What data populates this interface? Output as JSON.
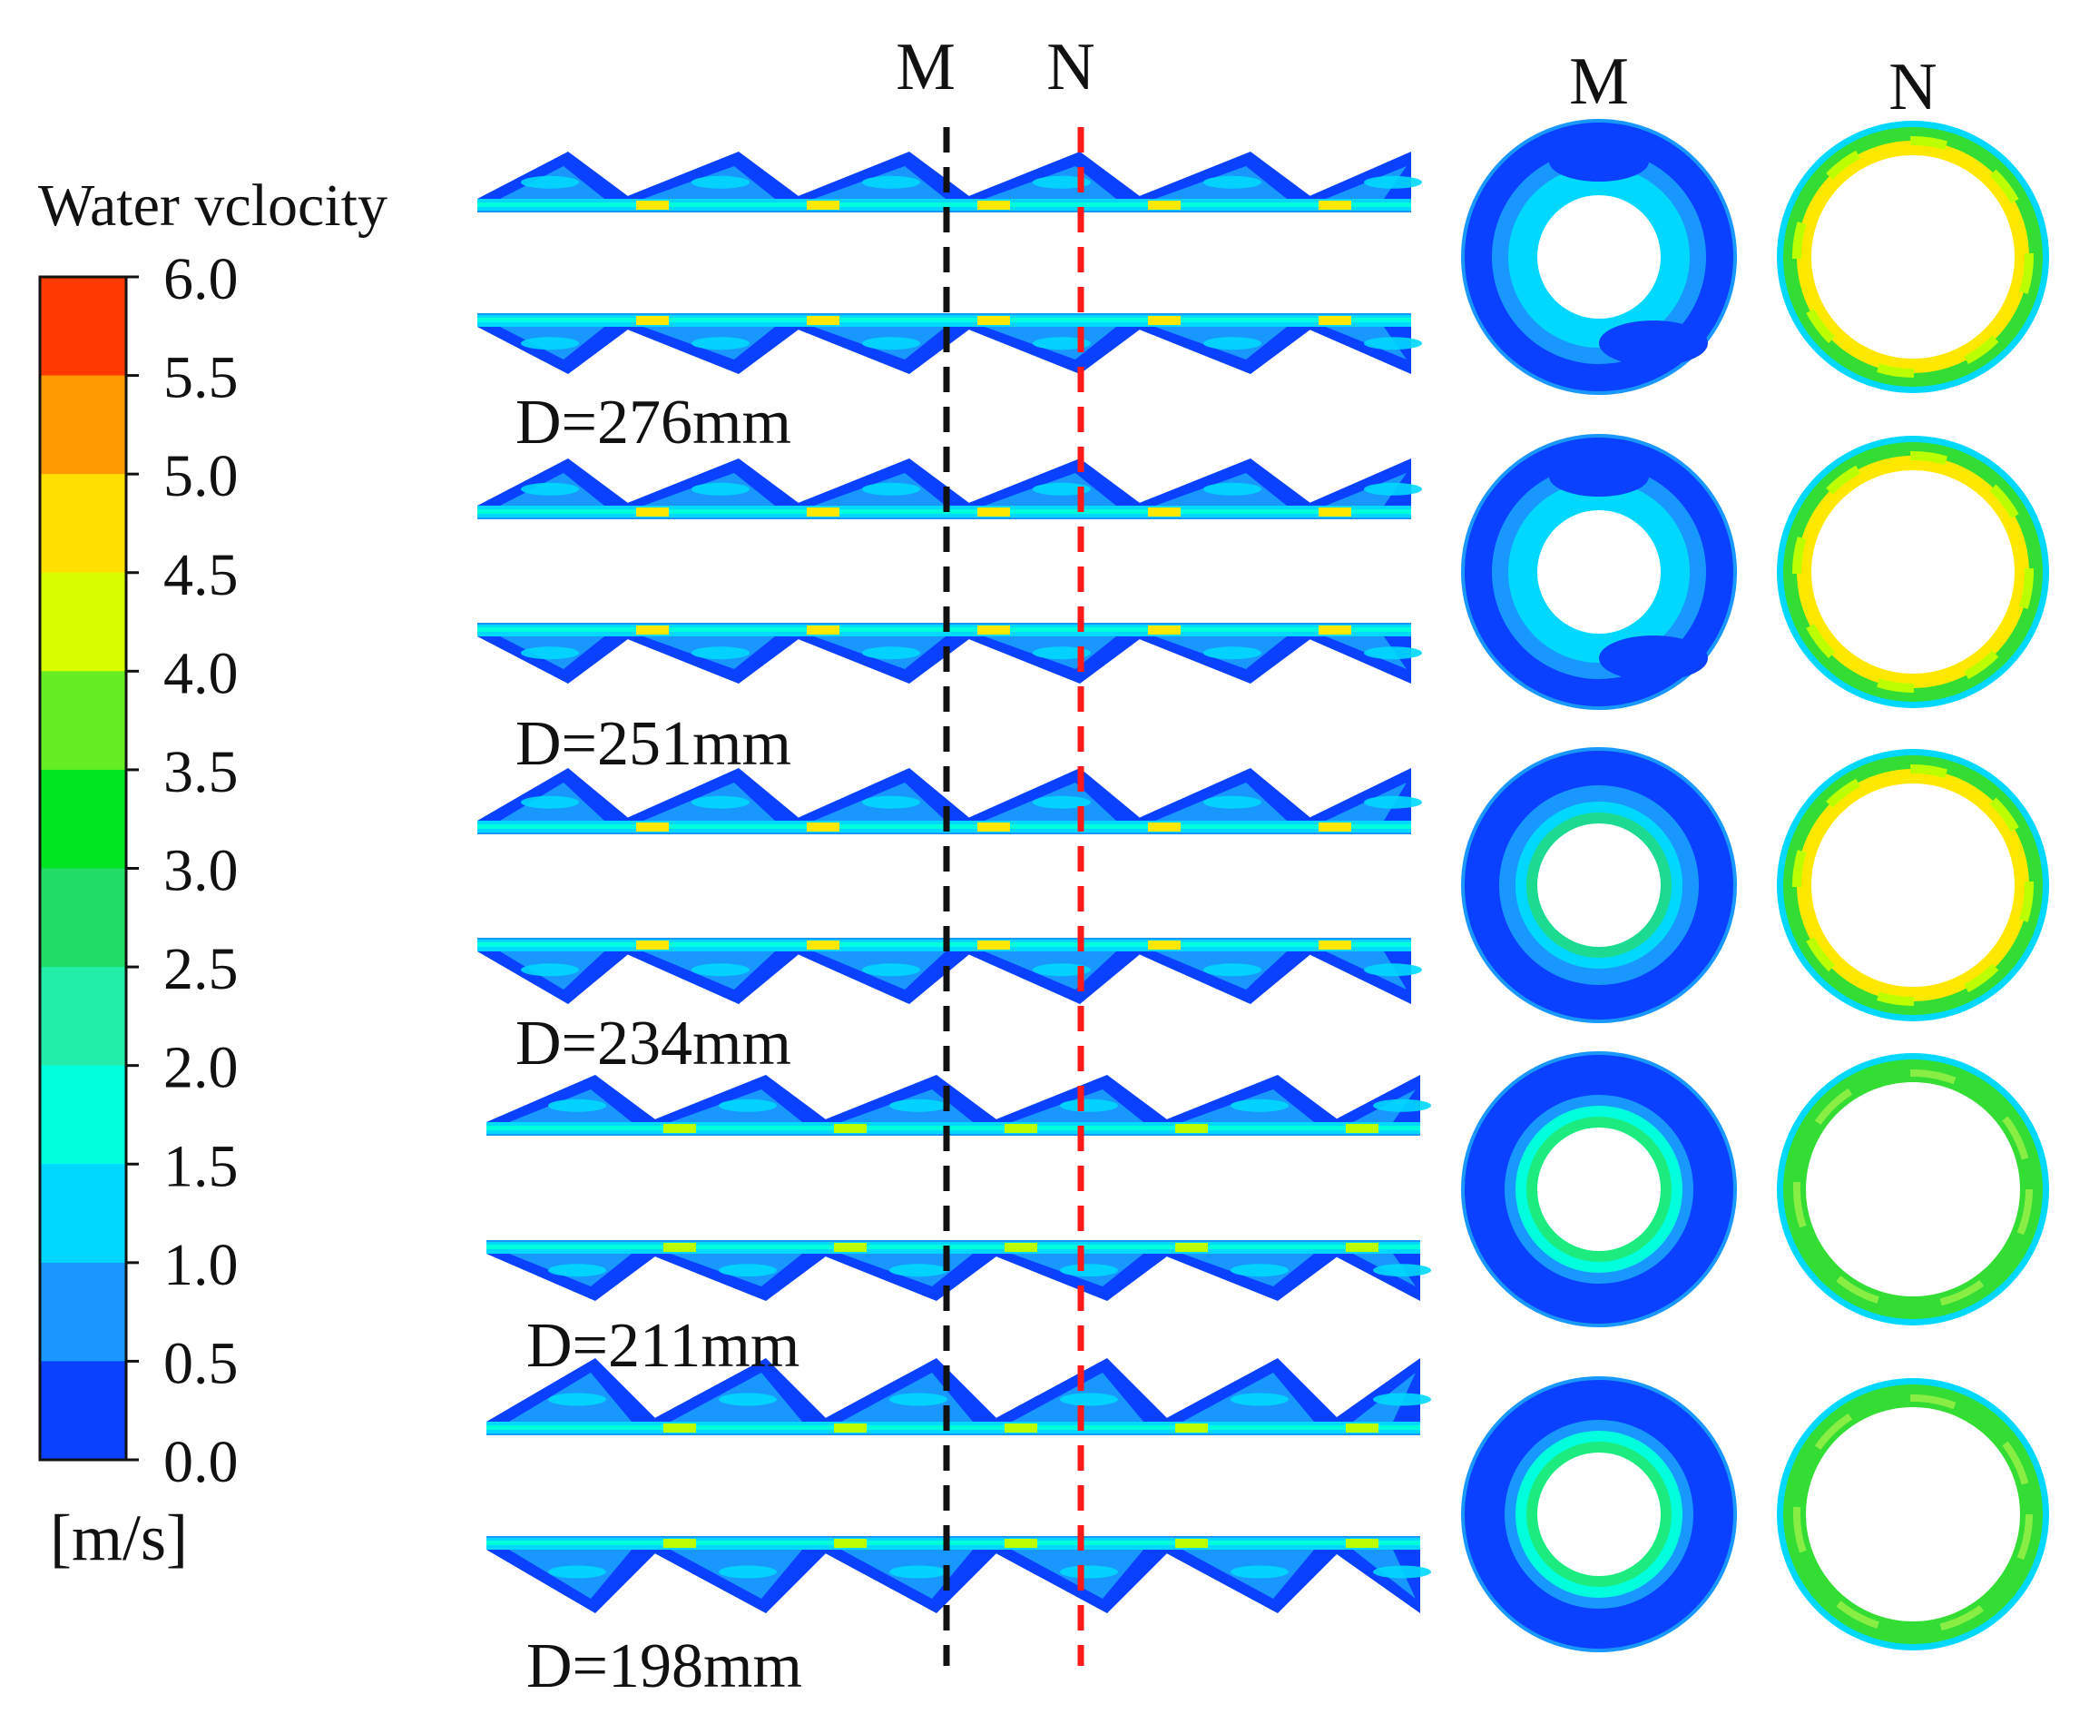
{
  "legend": {
    "title": "Water vclocity",
    "unit": "[m/s]",
    "ticks": [
      "6.0",
      "5.5",
      "5.0",
      "4.5",
      "4.0",
      "3.5",
      "3.0",
      "2.5",
      "2.0",
      "1.5",
      "1.0",
      "0.5",
      "0.0"
    ],
    "colors_top_to_bottom": [
      "#ff3a00",
      "#ff9a00",
      "#ffe000",
      "#d8ff00",
      "#66ee22",
      "#00e620",
      "#22dd66",
      "#22eeaa",
      "#00ffdd",
      "#00d8ff",
      "#1898ff",
      "#0a40ff"
    ]
  },
  "section_labels": {
    "m": "M",
    "n": "N"
  },
  "cases": [
    {
      "label": "D=276mm",
      "m_level": "high",
      "n_level": "yellow"
    },
    {
      "label": "D=251mm",
      "m_level": "high",
      "n_level": "yellow"
    },
    {
      "label": "D=234mm",
      "m_level": "mid",
      "n_level": "yellow"
    },
    {
      "label": "D=211mm",
      "m_level": "low",
      "n_level": "green"
    },
    {
      "label": "D=198mm",
      "m_level": "low",
      "n_level": "green"
    }
  ],
  "colors": {
    "deep_blue": "#0a40ff",
    "mid_blue": "#1898ff",
    "light_blue": "#00d8ff",
    "cyan": "#00ffdd",
    "green": "#33dd33",
    "yellow_green": "#bbff00",
    "yellow": "#ffe800",
    "m_line": "#111111",
    "n_line": "#ff1a1a"
  }
}
